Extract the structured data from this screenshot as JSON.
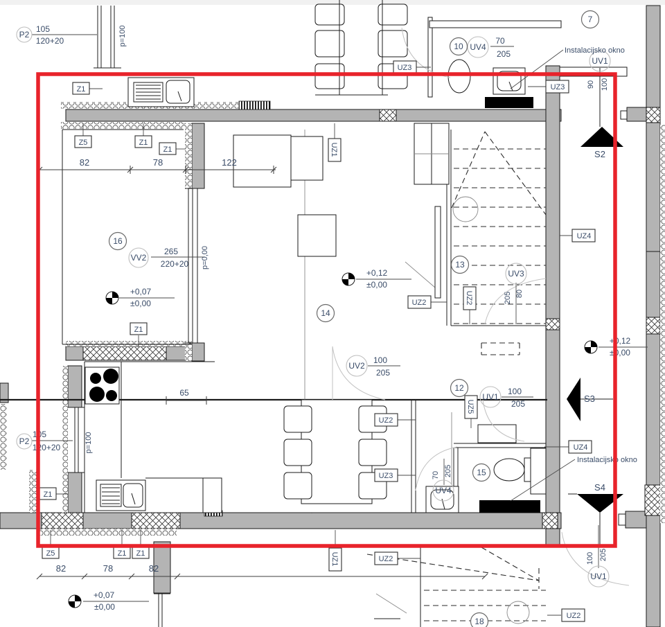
{
  "tags": {
    "z1": "Z1",
    "z5": "Z5",
    "uz1": "UZ1",
    "uz2": "UZ2",
    "uz3": "UZ3",
    "uz4": "UZ4",
    "uz5": "UZ5",
    "p2": "P2",
    "vv2": "VV2",
    "uv1": "UV1",
    "uv2": "UV2",
    "uv3": "UV3",
    "uv4": "UV4"
  },
  "rooms": {
    "r7": "7",
    "r10": "10",
    "r12": "12",
    "r13": "13",
    "r14": "14",
    "r15": "15",
    "r16": "16",
    "r18": "18"
  },
  "dims": {
    "w82": "82",
    "w78": "78",
    "w122": "122",
    "w65": "65",
    "w105": "105",
    "h120p20": "120+20",
    "w265": "265",
    "h220p20": "220+20",
    "w70": "70",
    "w80": "80",
    "w90": "90",
    "w100": "100",
    "h205": "205"
  },
  "levels": {
    "l007": "+0,07",
    "l012": "+0,12",
    "l000": "±0,00",
    "p100": "p=100",
    "p000": "p=0,00"
  },
  "sections": {
    "s2": "S2",
    "s3": "S3",
    "s4": "S4"
  },
  "notes": {
    "inst": "Instalacijsko okno"
  },
  "highlight": {
    "color": "#e8232b"
  }
}
